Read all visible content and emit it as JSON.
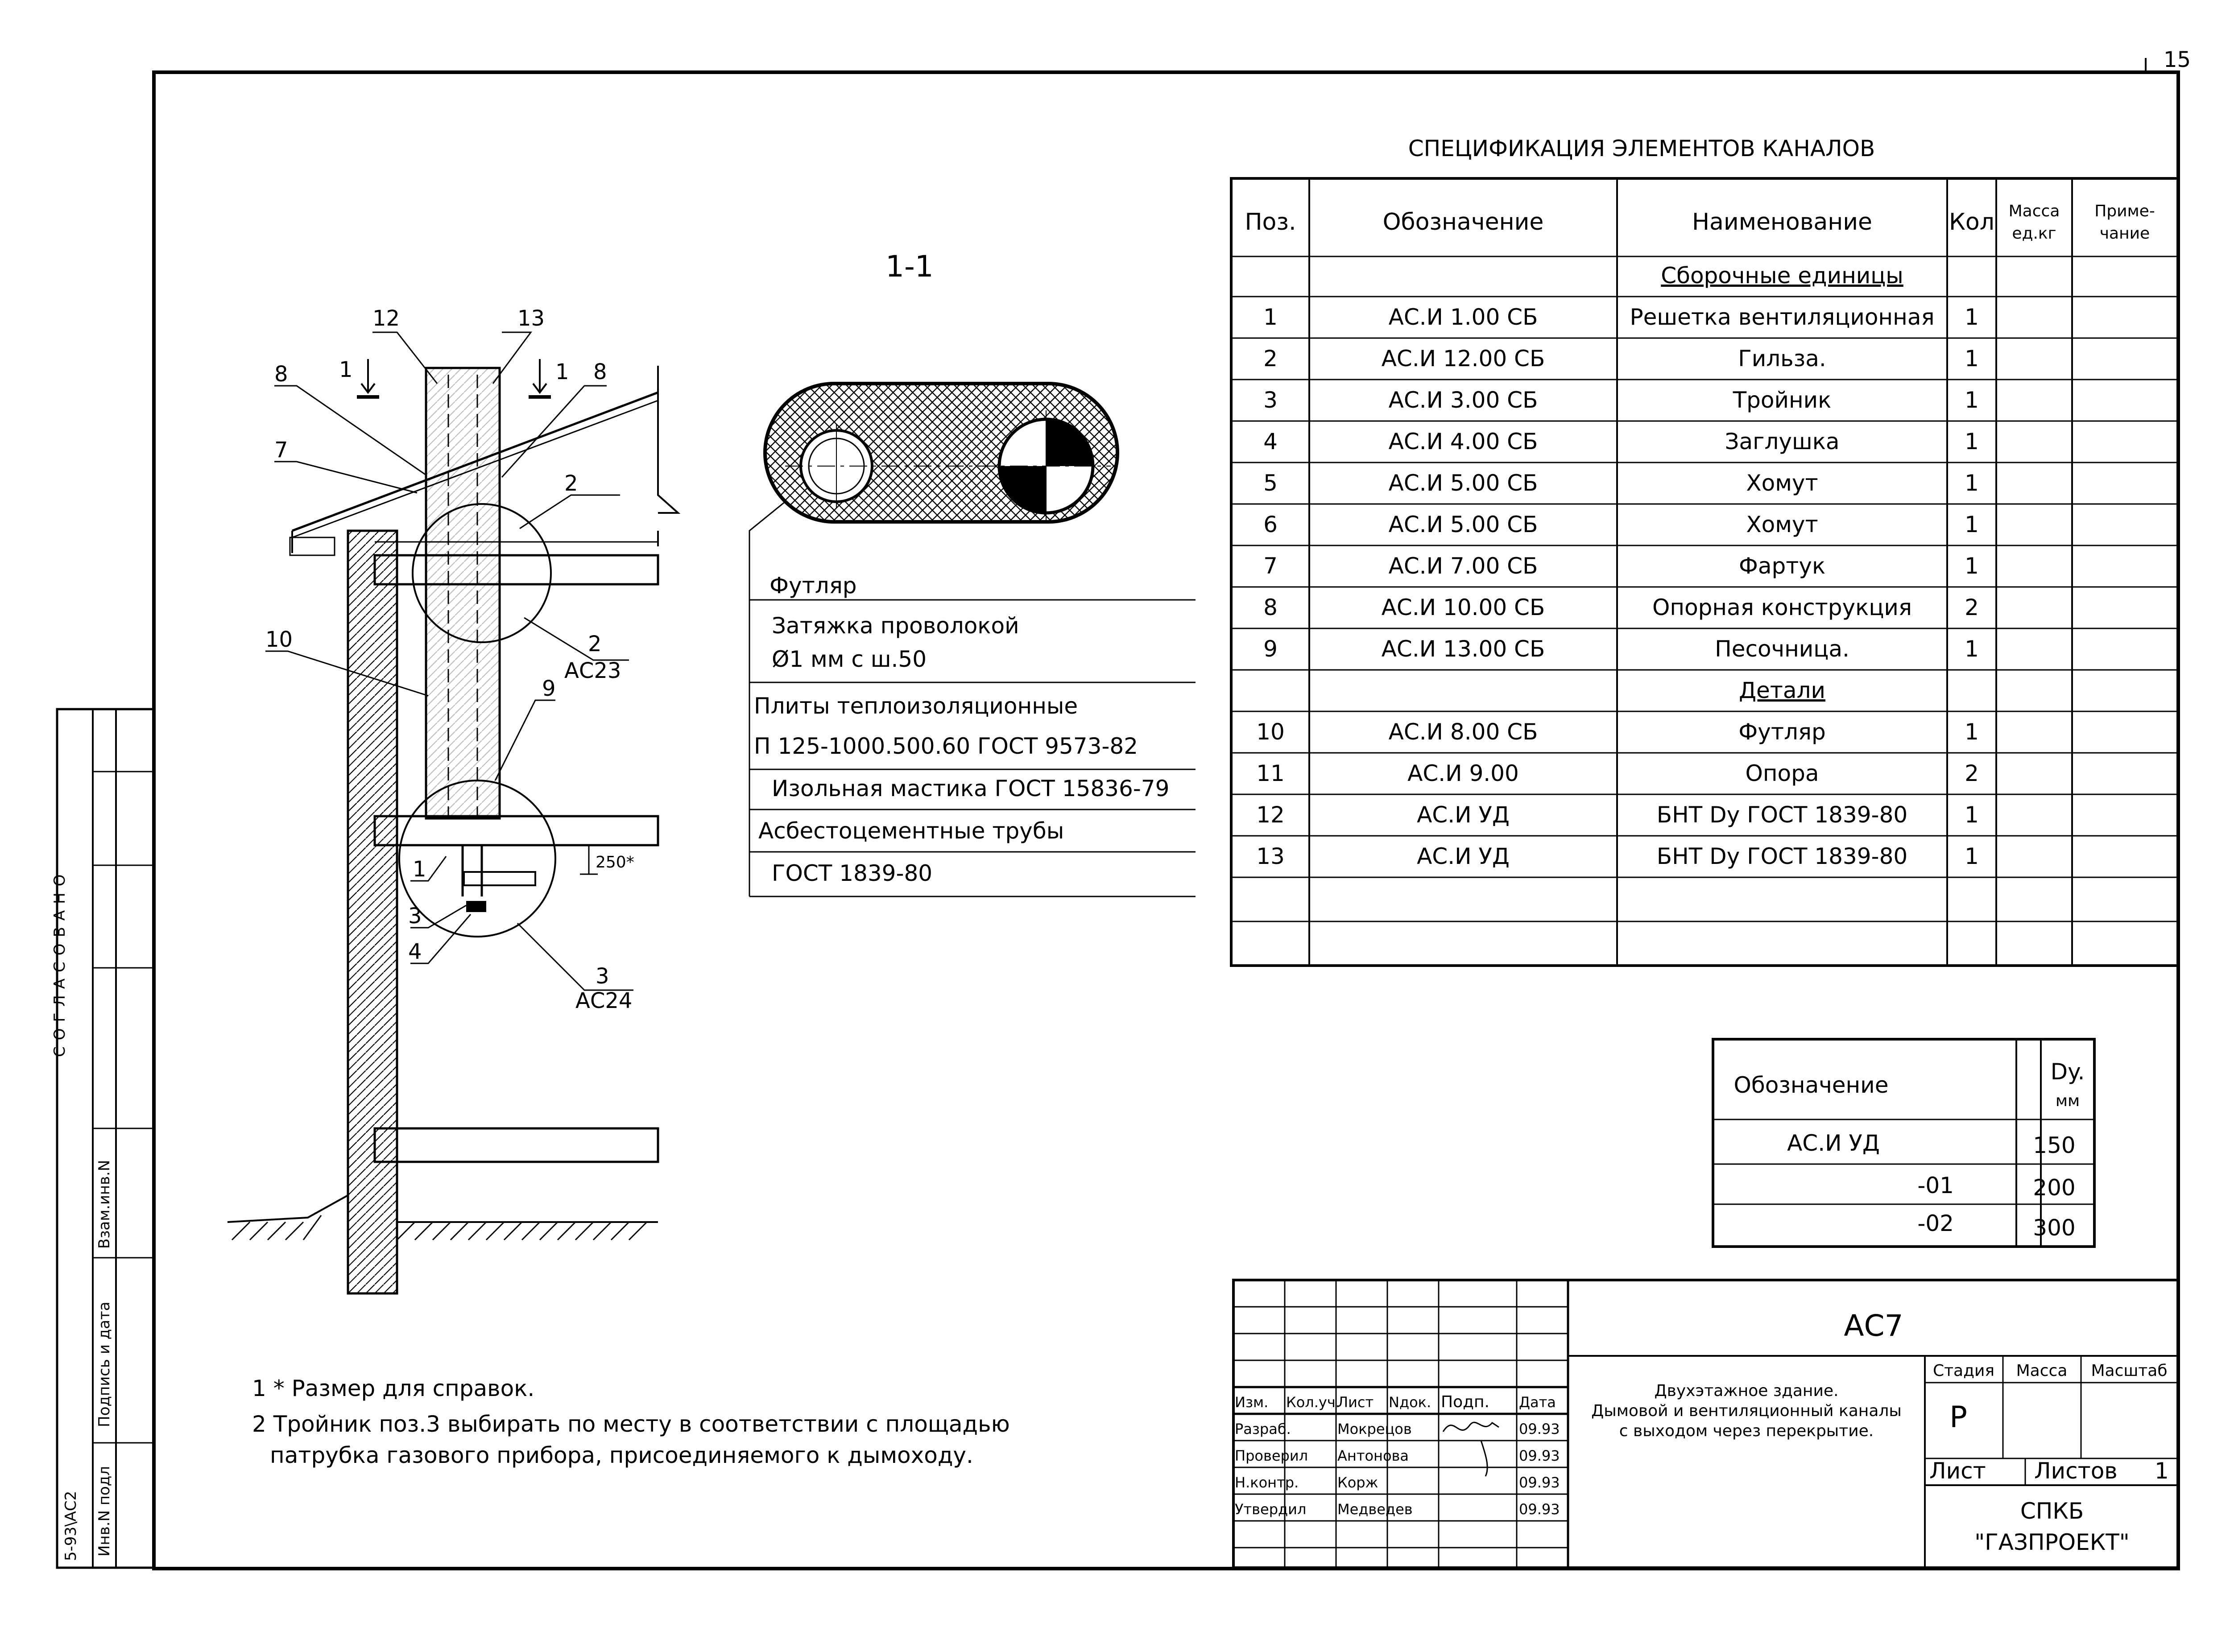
{
  "sheet_number": "15",
  "section_label": "1-1",
  "spec": {
    "title": "СПЕЦИФИКАЦИЯ ЭЛЕМЕНТОВ КАНАЛОВ",
    "headers": [
      "Поз.",
      "Обозначение",
      "Наименование",
      "Кол",
      "Масса ед.кг",
      "Приме- чание"
    ],
    "rows": [
      {
        "section": "Сборочные единицы"
      },
      {
        "pos": "1",
        "code": "АС.И 1.00 СБ",
        "name": "Решетка вентиляционная",
        "qty": "1"
      },
      {
        "pos": "2",
        "code": "АС.И 12.00 СБ",
        "name": "Гильза.",
        "qty": "1"
      },
      {
        "pos": "3",
        "code": "АС.И 3.00 СБ",
        "name": "Тройник",
        "qty": "1"
      },
      {
        "pos": "4",
        "code": "АС.И 4.00 СБ",
        "name": "Заглушка",
        "qty": "1"
      },
      {
        "pos": "5",
        "code": "АС.И 5.00 СБ",
        "name": "Хомут",
        "qty": "1"
      },
      {
        "pos": "6",
        "code": "АС.И 5.00 СБ",
        "name": "Хомут",
        "qty": "1"
      },
      {
        "pos": "7",
        "code": "АС.И 7.00 СБ",
        "name": "Фартук",
        "qty": "1"
      },
      {
        "pos": "8",
        "code": "АС.И 10.00 СБ",
        "name": "Опорная конструкция",
        "qty": "2"
      },
      {
        "pos": "9",
        "code": "АС.И 13.00 СБ",
        "name": "Песочница.",
        "qty": "1"
      },
      {
        "section": "Детали"
      },
      {
        "pos": "10",
        "code": "АС.И 8.00 СБ",
        "name": "Футляр",
        "qty": "1"
      },
      {
        "pos": "11",
        "code": "АС.И 9.00",
        "name": "Опора",
        "qty": "2"
      },
      {
        "pos": "12",
        "code": "АС.И УД",
        "name": "БНТ Dy ГОСТ 1839-80",
        "qty": "1"
      },
      {
        "pos": "13",
        "code": "АС.И УД",
        "name": "БНТ Dy ГОСТ 1839-80",
        "qty": "1"
      }
    ]
  },
  "legend": {
    "lines": [
      "Футляр",
      "Затяжка проволокой",
      "Ø1 мм с ш.50",
      "Плиты теплоизоляционные",
      "П 125-1000.500.60 ГОСТ 9573-82",
      "Изольная мастика ГОСТ 15836-79",
      "Асбестоцементные трубы",
      "ГОСТ 1839-80"
    ]
  },
  "dy_table": {
    "headers": [
      "Обозначение",
      "Dy. мм"
    ],
    "rows": [
      {
        "code": "АС.И УД",
        "dy": "150"
      },
      {
        "code": "-01",
        "dy": "200"
      },
      {
        "code": "-02",
        "dy": "300"
      }
    ]
  },
  "callouts": {
    "n1a": "1",
    "n1b": "1",
    "n2": "2",
    "n2b": "2",
    "ac23": "АС23",
    "n3": "3",
    "n3b": "3",
    "ac24": "АС24",
    "n4": "4",
    "n7": "7",
    "n8a": "8",
    "n8b": "8",
    "n9": "9",
    "n10": "10",
    "n12": "12",
    "n13": "13",
    "n1c": "1",
    "dim": "250*"
  },
  "notes": [
    "1 * Размер для справок.",
    "2 Тройник поз.3 выбирать по месту в соответствии с площадью",
    "патрубка газового прибора, присоединяемого к дымоходу."
  ],
  "title_block": {
    "doc_code": "АС7",
    "cols": [
      "Изм.",
      "Кол.уч.",
      "Лист",
      "Nдок.",
      "Подп.",
      "Дата"
    ],
    "people": [
      {
        "role": "Разраб.",
        "name": "Мокрецов",
        "date": "09.93"
      },
      {
        "role": "Проверил",
        "name": "Антонова",
        "date": "09.93"
      },
      {
        "role": "Н.контр.",
        "name": "Корж",
        "date": "09.93"
      },
      {
        "role": "Утвердил",
        "name": "Медведев",
        "date": "09.93"
      }
    ],
    "description": [
      "Двухэтажное здание.",
      "Дымовой и вентиляционный каналы",
      "с выходом через перекрытие."
    ],
    "stage_label": "Стадия",
    "mass_label": "Масса",
    "scale_label": "Масштаб",
    "stage_value": "Р",
    "sheet_label": "Лист",
    "sheets_label": "Листов",
    "sheets_value": "1",
    "org": [
      "СПКБ",
      "\"ГАЗПРОЕКТ\""
    ]
  },
  "side_stamp": {
    "agreed": "СОГЛАСОВАНО",
    "inv_vzam": "Взам.инв.N",
    "sign_date": "Подпись и дата",
    "inv_orig": "Инв.N подл",
    "album": "5-93\\АС2"
  }
}
